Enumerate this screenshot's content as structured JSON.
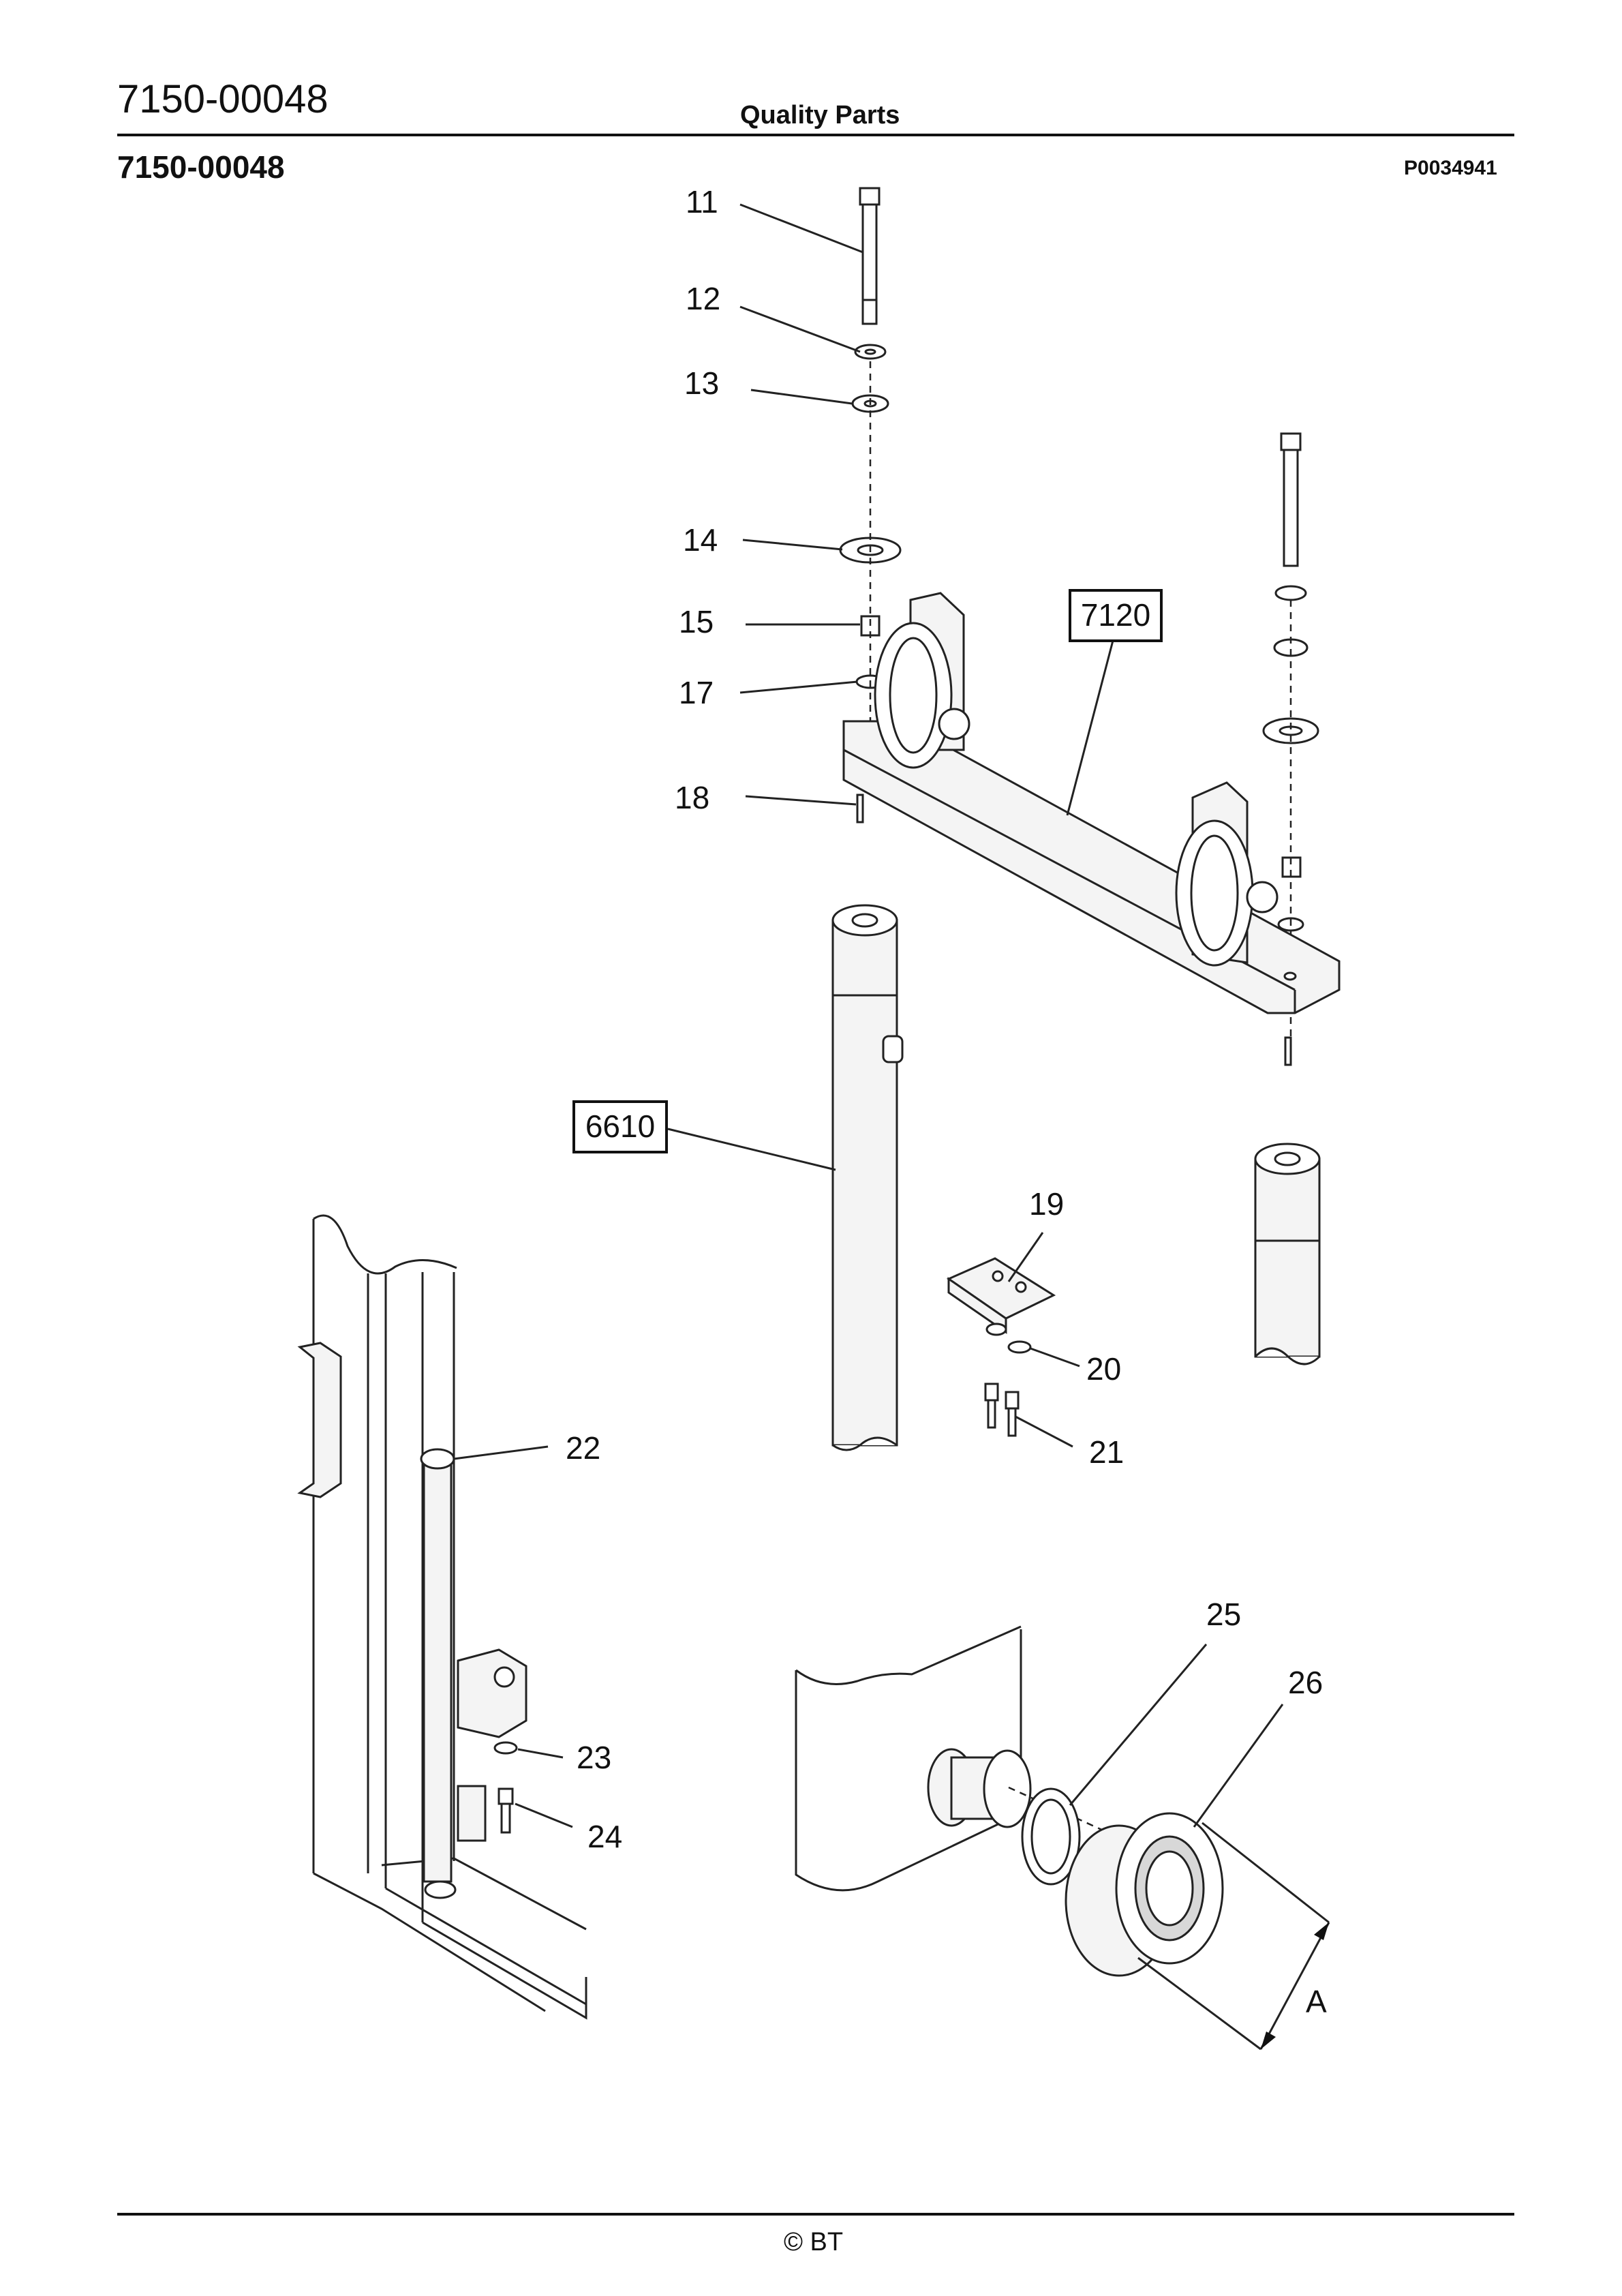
{
  "header": {
    "part_code": "7150-00048",
    "title": "Quality Parts"
  },
  "subheader": {
    "part_code": "7150-00048",
    "reference": "P0034941"
  },
  "callouts": [
    {
      "id": "c11",
      "label": "11"
    },
    {
      "id": "c12",
      "label": "12"
    },
    {
      "id": "c13",
      "label": "13"
    },
    {
      "id": "c14",
      "label": "14"
    },
    {
      "id": "c15",
      "label": "15"
    },
    {
      "id": "c17",
      "label": "17"
    },
    {
      "id": "c18",
      "label": "18"
    },
    {
      "id": "c19",
      "label": "19"
    },
    {
      "id": "c20",
      "label": "20"
    },
    {
      "id": "c21",
      "label": "21"
    },
    {
      "id": "c22",
      "label": "22"
    },
    {
      "id": "c23",
      "label": "23"
    },
    {
      "id": "c24",
      "label": "24"
    },
    {
      "id": "c25",
      "label": "25"
    },
    {
      "id": "c26",
      "label": "26"
    }
  ],
  "boxed_refs": {
    "box7120": "7120",
    "box6610": "6610"
  },
  "dimension_label": "A",
  "footer": {
    "copyright": "© BT"
  }
}
